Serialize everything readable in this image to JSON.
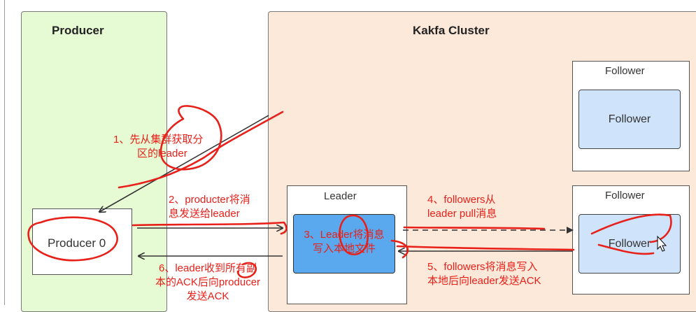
{
  "producer_panel": {
    "title": "Producer",
    "producer_box": "Producer 0"
  },
  "cluster_panel": {
    "title": "Kakfa Cluster",
    "follower_top": {
      "outer_label": "Follower",
      "inner_label": "Follower"
    },
    "follower_bottom": {
      "outer_label": "Follower",
      "inner_label": "Follower"
    },
    "leader": {
      "outer_label": "Leader",
      "inner_line1": "3、Leader将消息",
      "inner_line2": "写入本地文件"
    }
  },
  "steps": {
    "step1": {
      "line1": "1、先从集群获取分",
      "line2": "区的leader"
    },
    "step2": {
      "line1": "2、producter将消",
      "line2": "息发送给leader"
    },
    "step4": {
      "line1": "4、followers从",
      "line2": "leader pull消息"
    },
    "step5": {
      "line1": "5、followers将消息写入",
      "line2": "本地后向leader发送ACK"
    },
    "step6": {
      "line1": "6、leader收到所有副",
      "line2": "本的ACK后向producer",
      "line3": "发送ACK"
    }
  },
  "colors": {
    "producer_bg": "#e6fbd4",
    "cluster_bg": "#fde9d9",
    "follower_inner_bg": "#cfe3fb",
    "leader_inner_bg": "#5aa8ee",
    "annotation_red": "#e8201a"
  }
}
